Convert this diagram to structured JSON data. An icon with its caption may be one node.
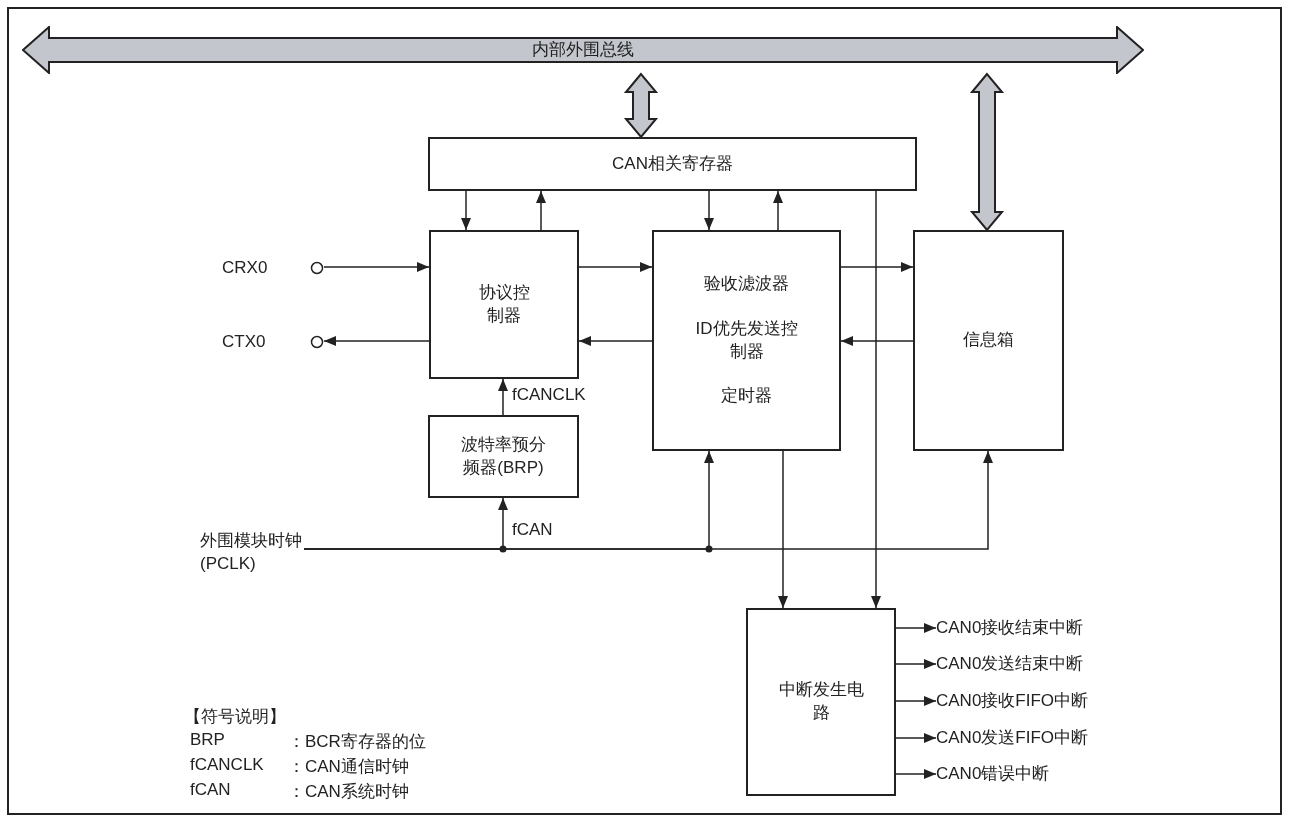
{
  "diagram": {
    "nodes": [
      {
        "text": [
          "内部外围总线"
        ]
      },
      {
        "text": [
          "CAN相关寄存器"
        ]
      },
      {
        "text": [
          "协议控制器"
        ]
      },
      {
        "text": [
          "验收滤波器",
          "ID优先发送控制器",
          "定时器"
        ]
      },
      {
        "text": [
          "信息箱"
        ]
      },
      {
        "text": [
          "波特率预分频器(BRP)"
        ]
      },
      {
        "text": [
          "中断发生电路"
        ]
      },
      {
        "text": [
          "CRX0"
        ]
      },
      {
        "text": [
          "CTX0"
        ]
      },
      {
        "text": [
          "外围模块时钟(PCLK)"
        ]
      },
      {
        "text": [
          "CAN0接收结束中断"
        ]
      },
      {
        "text": [
          "CAN0发送结束中断"
        ]
      },
      {
        "text": [
          "CAN0接收FIFO中断"
        ]
      },
      {
        "text": [
          "CAN0发送FIFO中断"
        ]
      },
      {
        "text": [
          "CAN0错误中断"
        ]
      }
    ],
    "edges": [
      {
        "from": 0,
        "to": 1,
        "arrow": "both",
        "style": "thick",
        "color": "#c3c6cc"
      },
      {
        "from": 0,
        "to": 4,
        "arrow": "both",
        "style": "thick",
        "color": "#c3c6cc"
      },
      {
        "from": 1,
        "to": 2,
        "arrow": "to"
      },
      {
        "from": 2,
        "to": 1,
        "arrow": "to"
      },
      {
        "from": 1,
        "to": 3,
        "arrow": "to"
      },
      {
        "from": 3,
        "to": 1,
        "arrow": "to"
      },
      {
        "from": 7,
        "to": 2,
        "arrow": "to"
      },
      {
        "from": 2,
        "to": 8,
        "arrow": "to"
      },
      {
        "from": 2,
        "to": 3,
        "arrow": "to"
      },
      {
        "from": 3,
        "to": 2,
        "arrow": "to"
      },
      {
        "from": 3,
        "to": 4,
        "arrow": "to"
      },
      {
        "from": 4,
        "to": 3,
        "arrow": "to"
      },
      {
        "from": 5,
        "to": 2,
        "arrow": "to",
        "label": "fCANCLK"
      },
      {
        "from": 9,
        "to": 5,
        "arrow": "to",
        "label": "fCAN"
      },
      {
        "from": 9,
        "to": 3,
        "arrow": "to"
      },
      {
        "from": 9,
        "to": 4,
        "arrow": "to"
      },
      {
        "from": 3,
        "to": 6,
        "arrow": "to"
      },
      {
        "from": 1,
        "to": 6,
        "arrow": "to"
      },
      {
        "from": 6,
        "to": 10,
        "arrow": "to"
      },
      {
        "from": 6,
        "to": 11,
        "arrow": "to"
      },
      {
        "from": 6,
        "to": 12,
        "arrow": "to"
      },
      {
        "from": 6,
        "to": 13,
        "arrow": "to"
      },
      {
        "from": 6,
        "to": 14,
        "arrow": "to"
      }
    ],
    "labels": [
      "【符号说明】",
      "BRP",
      "：BCR寄存器的位",
      "fCANCLK",
      "：CAN通信时钟",
      "fCAN",
      "：CAN系统时钟"
    ]
  }
}
